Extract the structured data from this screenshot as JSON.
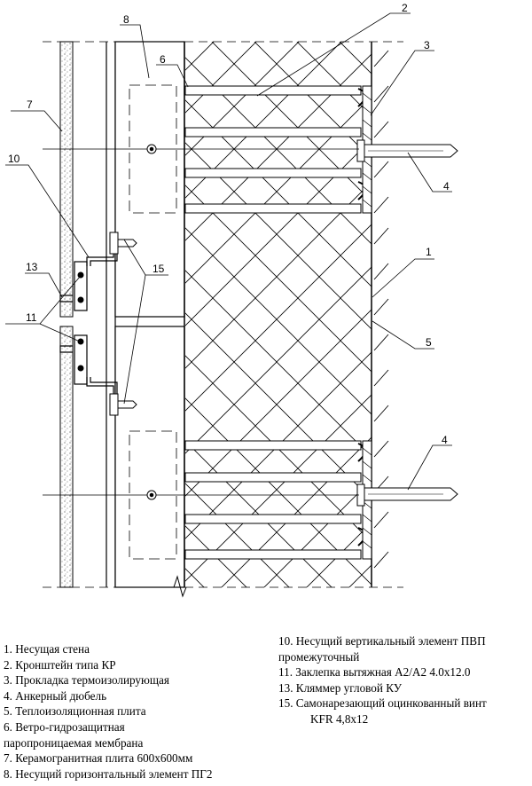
{
  "callouts": {
    "c1": "1",
    "c2": "2",
    "c3": "3",
    "c4a": "4",
    "c4b": "4",
    "c5": "5",
    "c6": "6",
    "c7": "7",
    "c8": "8",
    "c10": "10",
    "c11": "11",
    "c13": "13",
    "c15": "15"
  },
  "legend": {
    "left": [
      "1. Несущая стена",
      "2. Кронштейн типа КР",
      "3. Прокладка термоизолирующая",
      "4. Анкерный дюбель",
      "5. Теплоизоляционная плита",
      "6. Ветро-гидрозащитная",
      "паропроницаемая мембрана",
      "7. Керамогранитная плита 600х600мм",
      "8. Несущий горизонтальный элемент ПГ2"
    ],
    "right": [
      "10.  Несущий вертикальный элемент ПВП",
      "промежуточный",
      "11. Заклепка вытяжная А2/А2  4.0х12.0",
      "13. Кляммер угловой КУ",
      "15. Самонарезающий оцинкованный винт",
      "KFR 4,8x12"
    ]
  }
}
